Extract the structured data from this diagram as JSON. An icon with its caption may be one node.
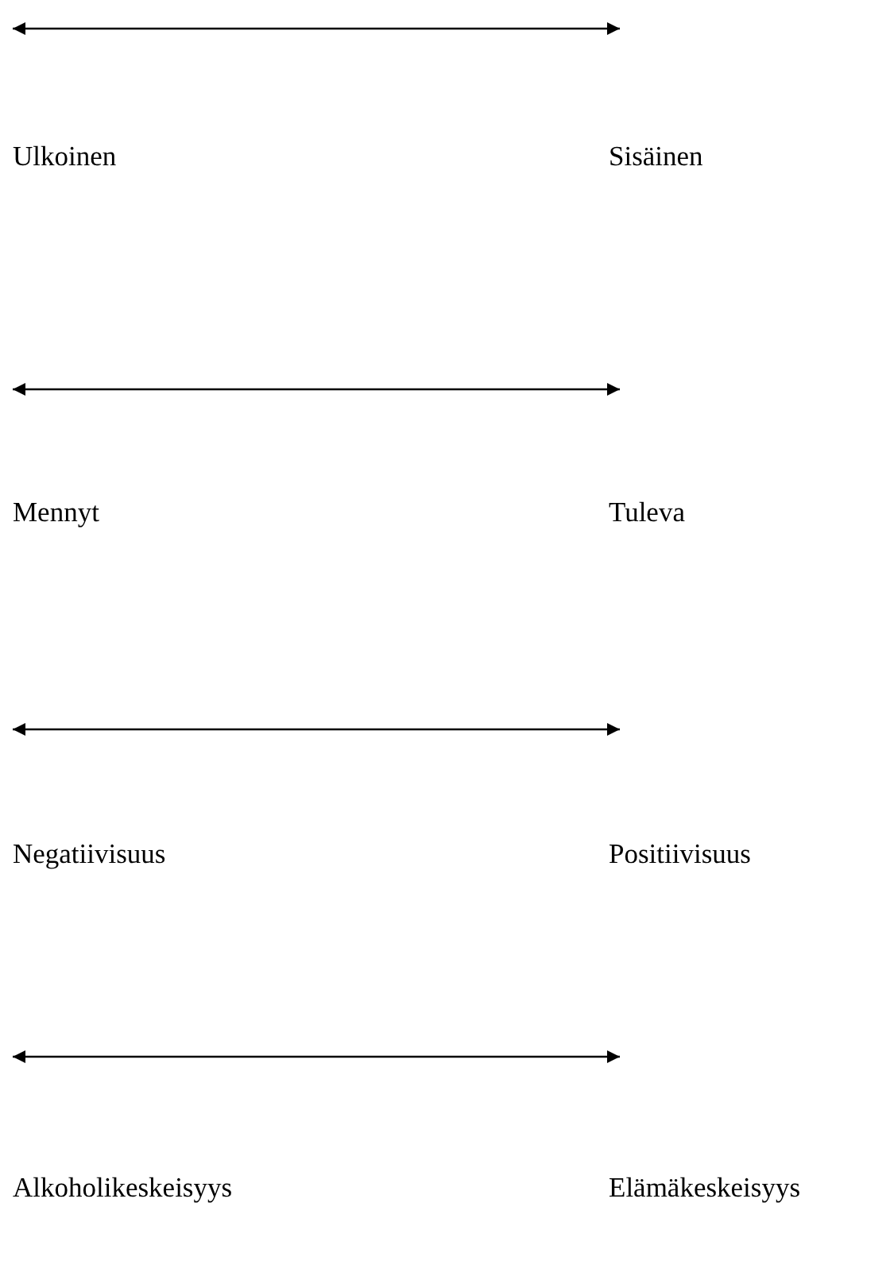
{
  "diagram": {
    "nodes": [
      {
        "text": [
          "Ulkoinen"
        ]
      },
      {
        "text": [
          "Sisäinen"
        ]
      },
      {
        "text": [
          "Mennyt"
        ]
      },
      {
        "text": [
          "Tuleva"
        ]
      },
      {
        "text": [
          "Negatiivisuus"
        ]
      },
      {
        "text": [
          "Positiivisuus"
        ]
      },
      {
        "text": [
          "Alkoholikeskeisyys"
        ]
      },
      {
        "text": [
          "Elämäkeskeisyys"
        ]
      }
    ],
    "edges": [
      {
        "from": 0,
        "to": 1,
        "arrow": "both"
      },
      {
        "from": 2,
        "to": 3,
        "arrow": "both"
      },
      {
        "from": 4,
        "to": 5,
        "arrow": "both"
      },
      {
        "from": 6,
        "to": 7,
        "arrow": "both"
      }
    ]
  }
}
